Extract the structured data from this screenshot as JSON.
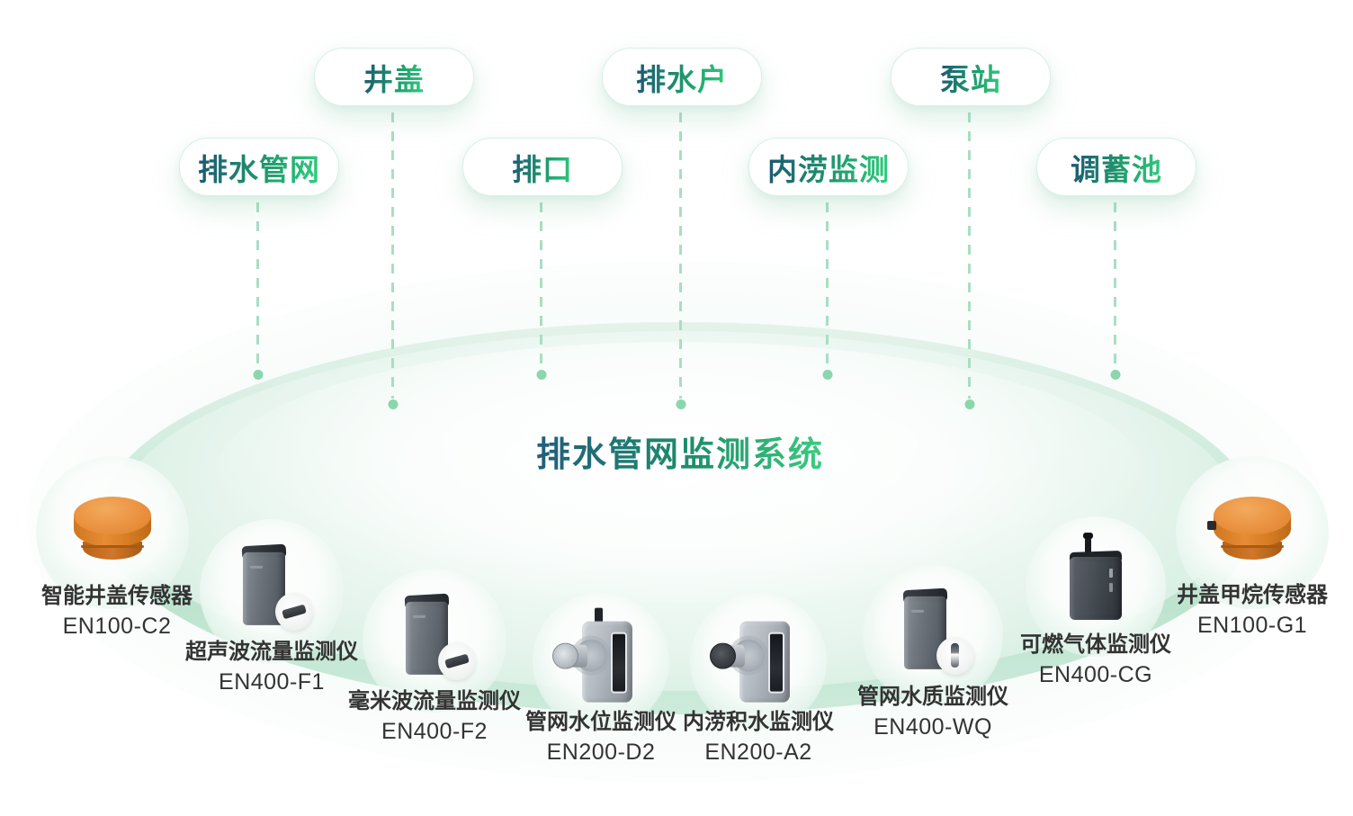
{
  "platform": {
    "title": "排水管网监测系统"
  },
  "nodes": [
    {
      "label": "排水管网"
    },
    {
      "label": "井盖"
    },
    {
      "label": "排口"
    },
    {
      "label": "排水户"
    },
    {
      "label": "内涝监测"
    },
    {
      "label": "泵站"
    },
    {
      "label": "调蓄池"
    }
  ],
  "devices": [
    {
      "name": "智能井盖传感器",
      "model": "EN100-C2"
    },
    {
      "name": "超声波流量监测仪",
      "model": "EN400-F1"
    },
    {
      "name": "毫米波流量监测仪",
      "model": "EN400-F2"
    },
    {
      "name": "管网水位监测仪",
      "model": "EN200-D2"
    },
    {
      "name": "内涝积水监测仪",
      "model": "EN200-A2"
    },
    {
      "name": "管网水质监测仪",
      "model": "EN400-WQ"
    },
    {
      "name": "可燃气体监测仪",
      "model": "EN400-CG"
    },
    {
      "name": "井盖甲烷传感器",
      "model": "EN100-G1"
    }
  ],
  "colors": {
    "text_gradient_start": "#1c5b74",
    "text_gradient_end": "#2fca7c",
    "dash_green": "#a9dec3",
    "dot_green": "#8ad7ac",
    "platform_green": "#c7e9d6",
    "device_orange": "#e68c33",
    "device_grey": "#5d636b",
    "label_text": "#333333"
  }
}
